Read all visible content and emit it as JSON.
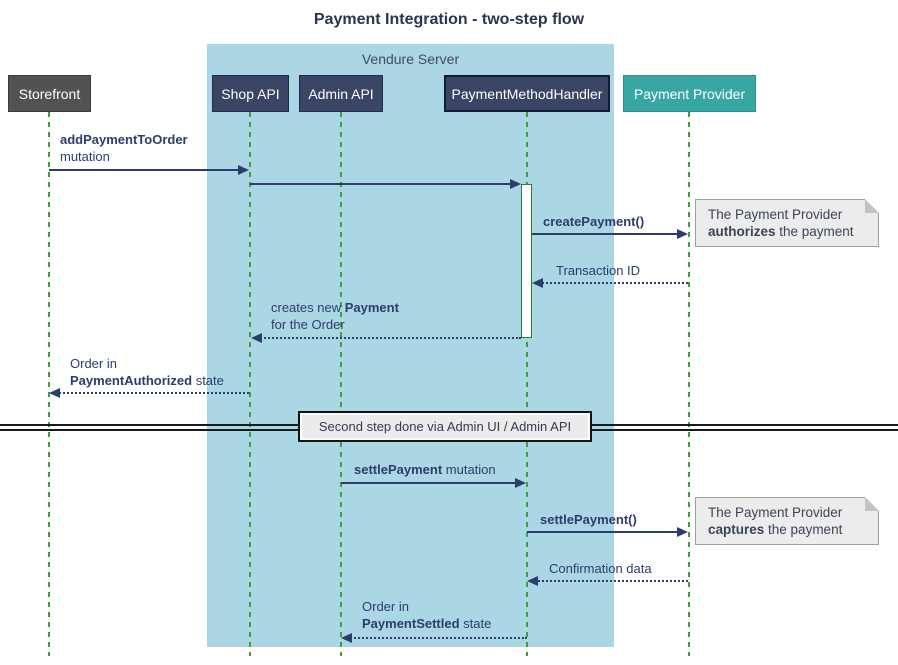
{
  "title": "Payment Integration - two-step flow",
  "frame": {
    "label": "Vendure Server"
  },
  "participants": {
    "storefront": "Storefront",
    "shop_api": "Shop API",
    "admin_api": "Admin API",
    "payment_method_handler": "PaymentMethodHandler",
    "payment_provider": "Payment Provider"
  },
  "messages": {
    "add_payment": {
      "bold": "addPaymentToOrder",
      "line2": "mutation"
    },
    "create_payment": {
      "bold": "createPayment()"
    },
    "transaction_id": {
      "text": "Transaction ID"
    },
    "creates_payment": {
      "pre": "creates new ",
      "bold": "Payment",
      "line2": "for the Order"
    },
    "authorized_state": {
      "line1": "Order in",
      "bold": "PaymentAuthorized",
      "post": " state"
    },
    "settle_mutation": {
      "bold": "settlePayment",
      "post": " mutation"
    },
    "settle_call": {
      "bold": "settlePayment()"
    },
    "confirmation": {
      "text": "Confirmation data"
    },
    "settled_state": {
      "line1": "Order in",
      "bold": "PaymentSettled",
      "post": " state"
    }
  },
  "divider": {
    "label": "Second step done via Admin UI / Admin API"
  },
  "notes": {
    "authorize": {
      "line1": "The Payment Provider",
      "bold": "authorizes",
      "post": " the payment"
    },
    "capture": {
      "line1": "The Payment Provider",
      "bold": "captures",
      "post": " the payment"
    }
  },
  "colors": {
    "frame_background": "#ABD6E3",
    "participant_navy": "#3A4464",
    "participant_gray": "#545251",
    "participant_teal": "#38A7A4",
    "lifeline_green": "#3AA23A",
    "arrow_navy": "#2B3D6D",
    "note_background": "#ECECEC"
  }
}
